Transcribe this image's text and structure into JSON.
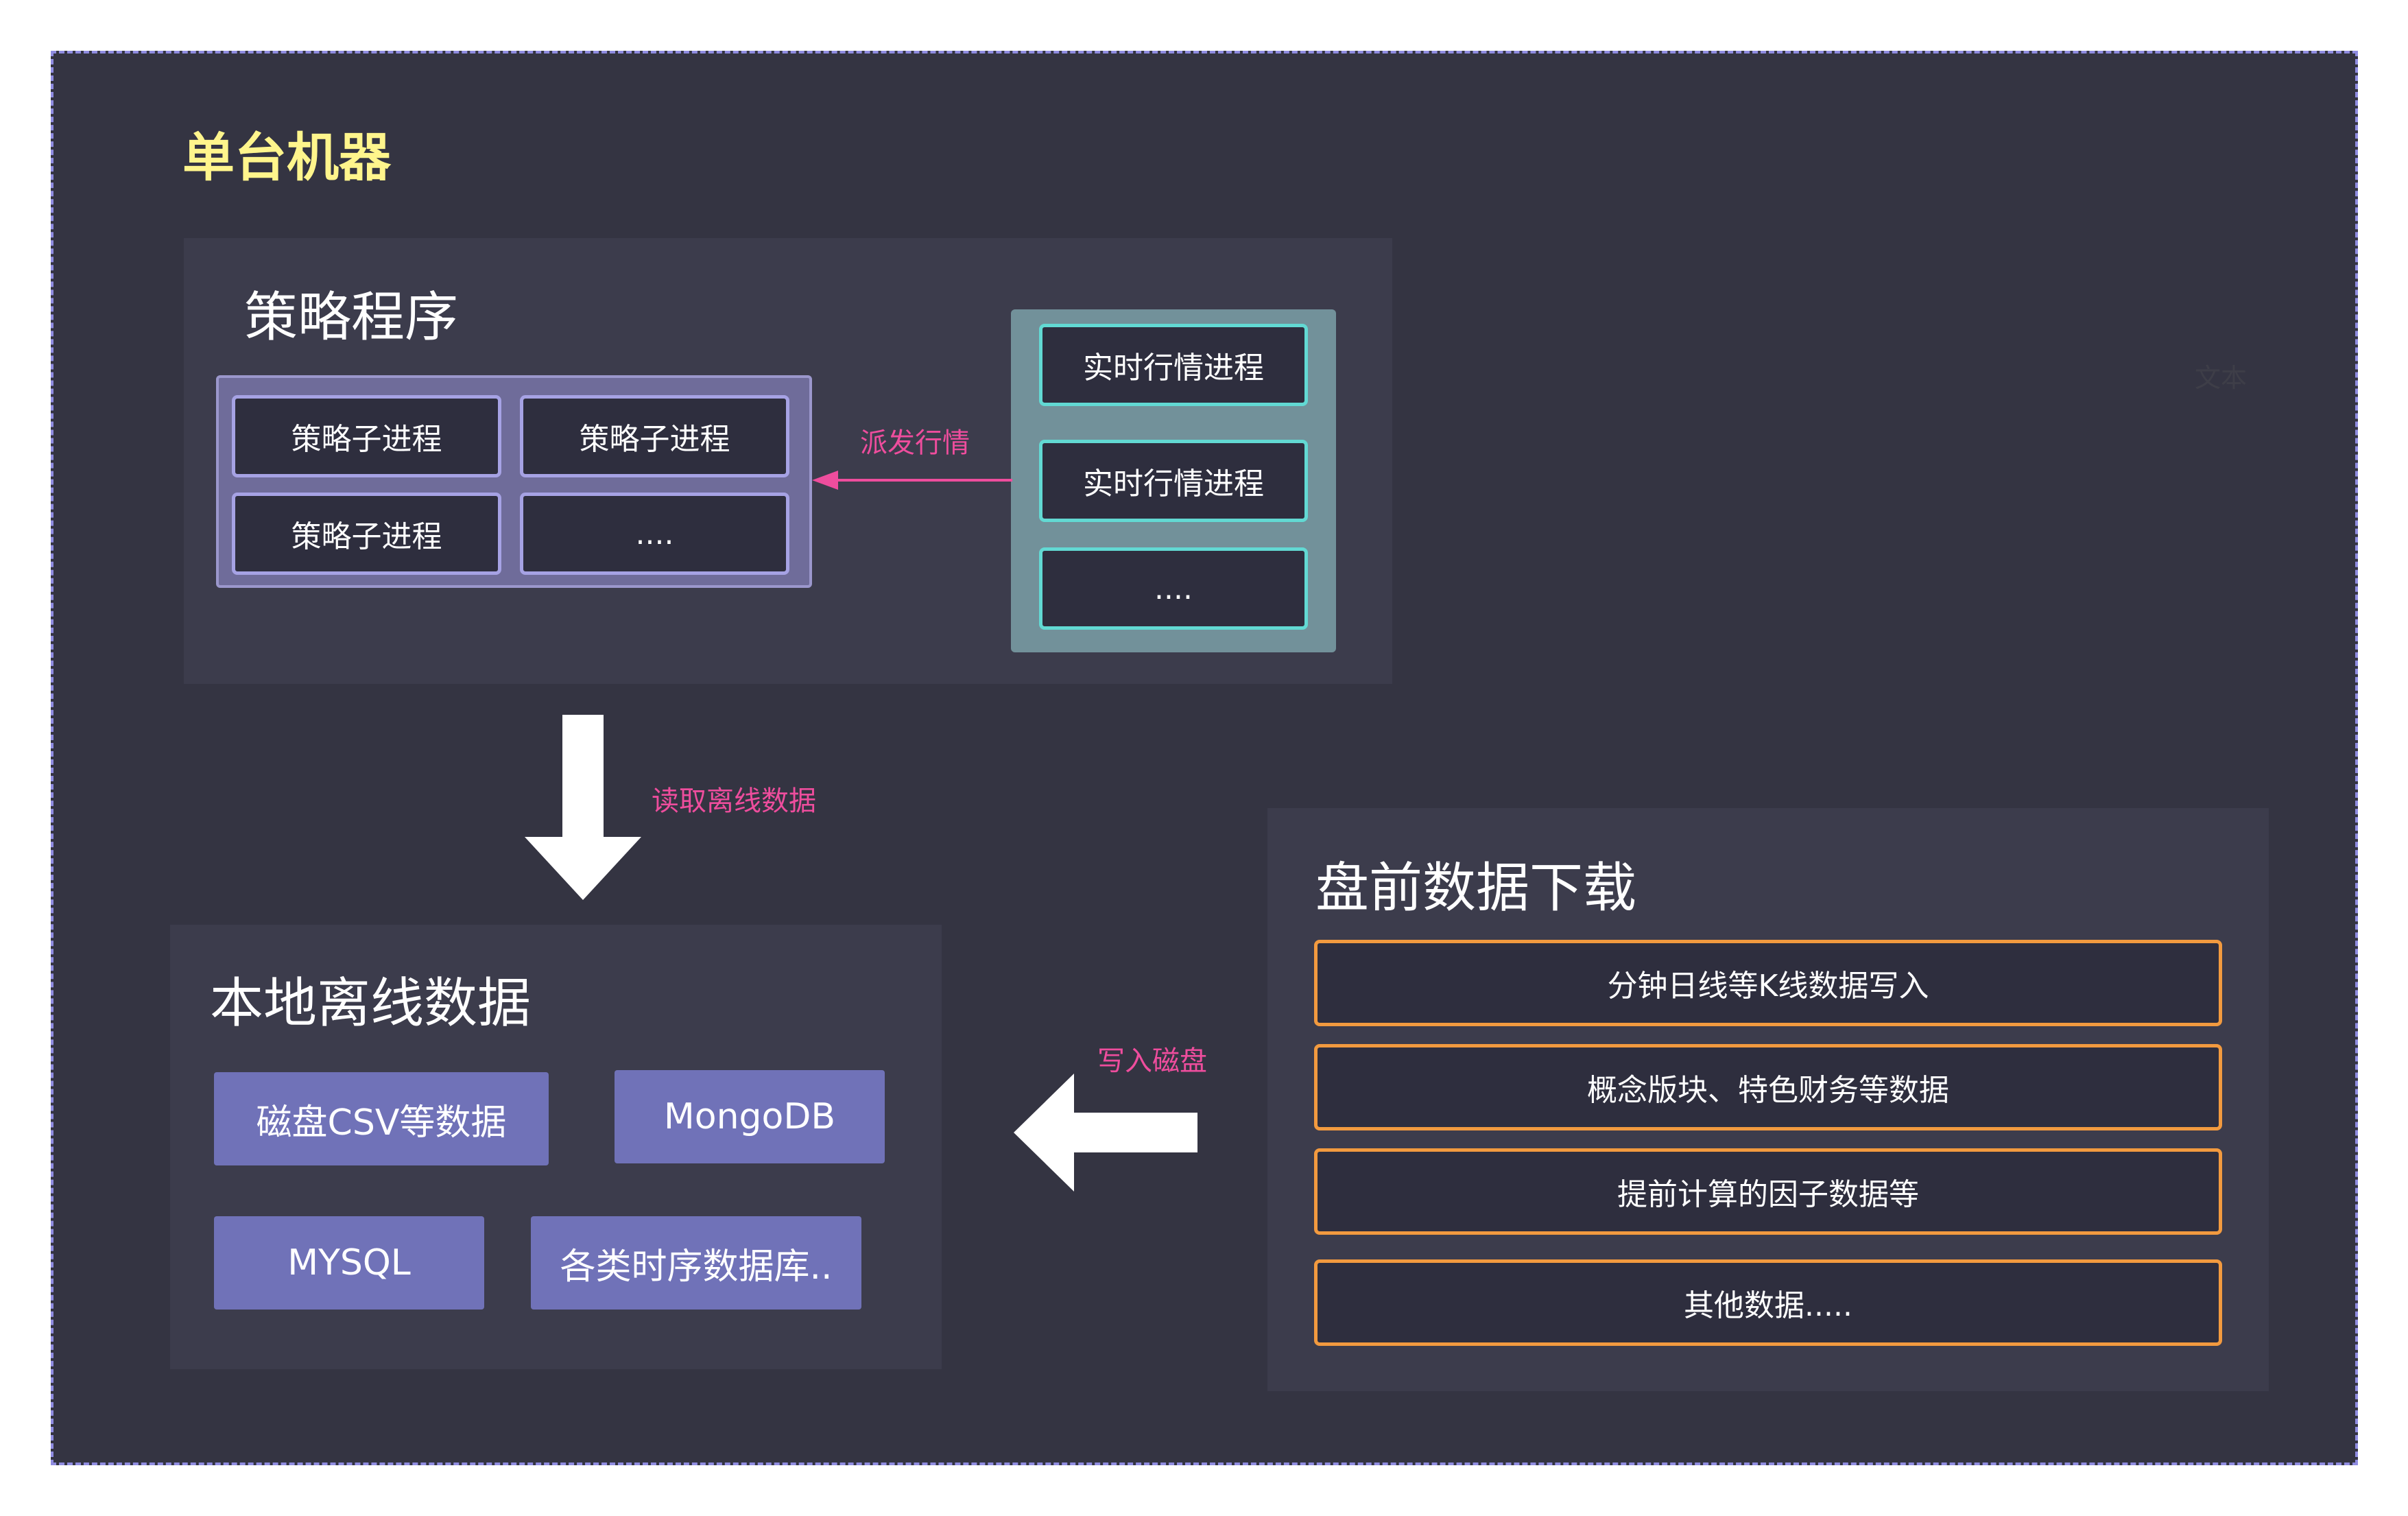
{
  "canvas_title": "单台机器",
  "stray_text": "文本",
  "strategy": {
    "title": "策略程序",
    "subprocesses": [
      "策略子进程",
      "策略子进程",
      "策略子进程",
      "...."
    ],
    "realtime": [
      "实时行情进程",
      "实时行情进程",
      "...."
    ],
    "dispatch_label": "派发行情"
  },
  "read_label": "读取离线数据",
  "local": {
    "title": "本地离线数据",
    "stores": [
      "磁盘CSV等数据",
      "MongoDB",
      "MYSQL",
      "各类时序数据库.."
    ]
  },
  "write_label": "写入磁盘",
  "download": {
    "title": "盘前数据下载",
    "items": [
      "分钟日线等K线数据写入",
      "概念版块、特色财务等数据",
      "提前计算的因子数据等",
      "其他数据....."
    ]
  },
  "colors": {
    "background": "#343442",
    "panel": "#3c3c4c",
    "title_yellow": "#fff58c",
    "pink": "#ee4d9d",
    "purple_border": "#a6a2e4",
    "cyan_border": "#62d9d3",
    "orange_border": "#f29a3f",
    "chip": "#7072b8"
  }
}
